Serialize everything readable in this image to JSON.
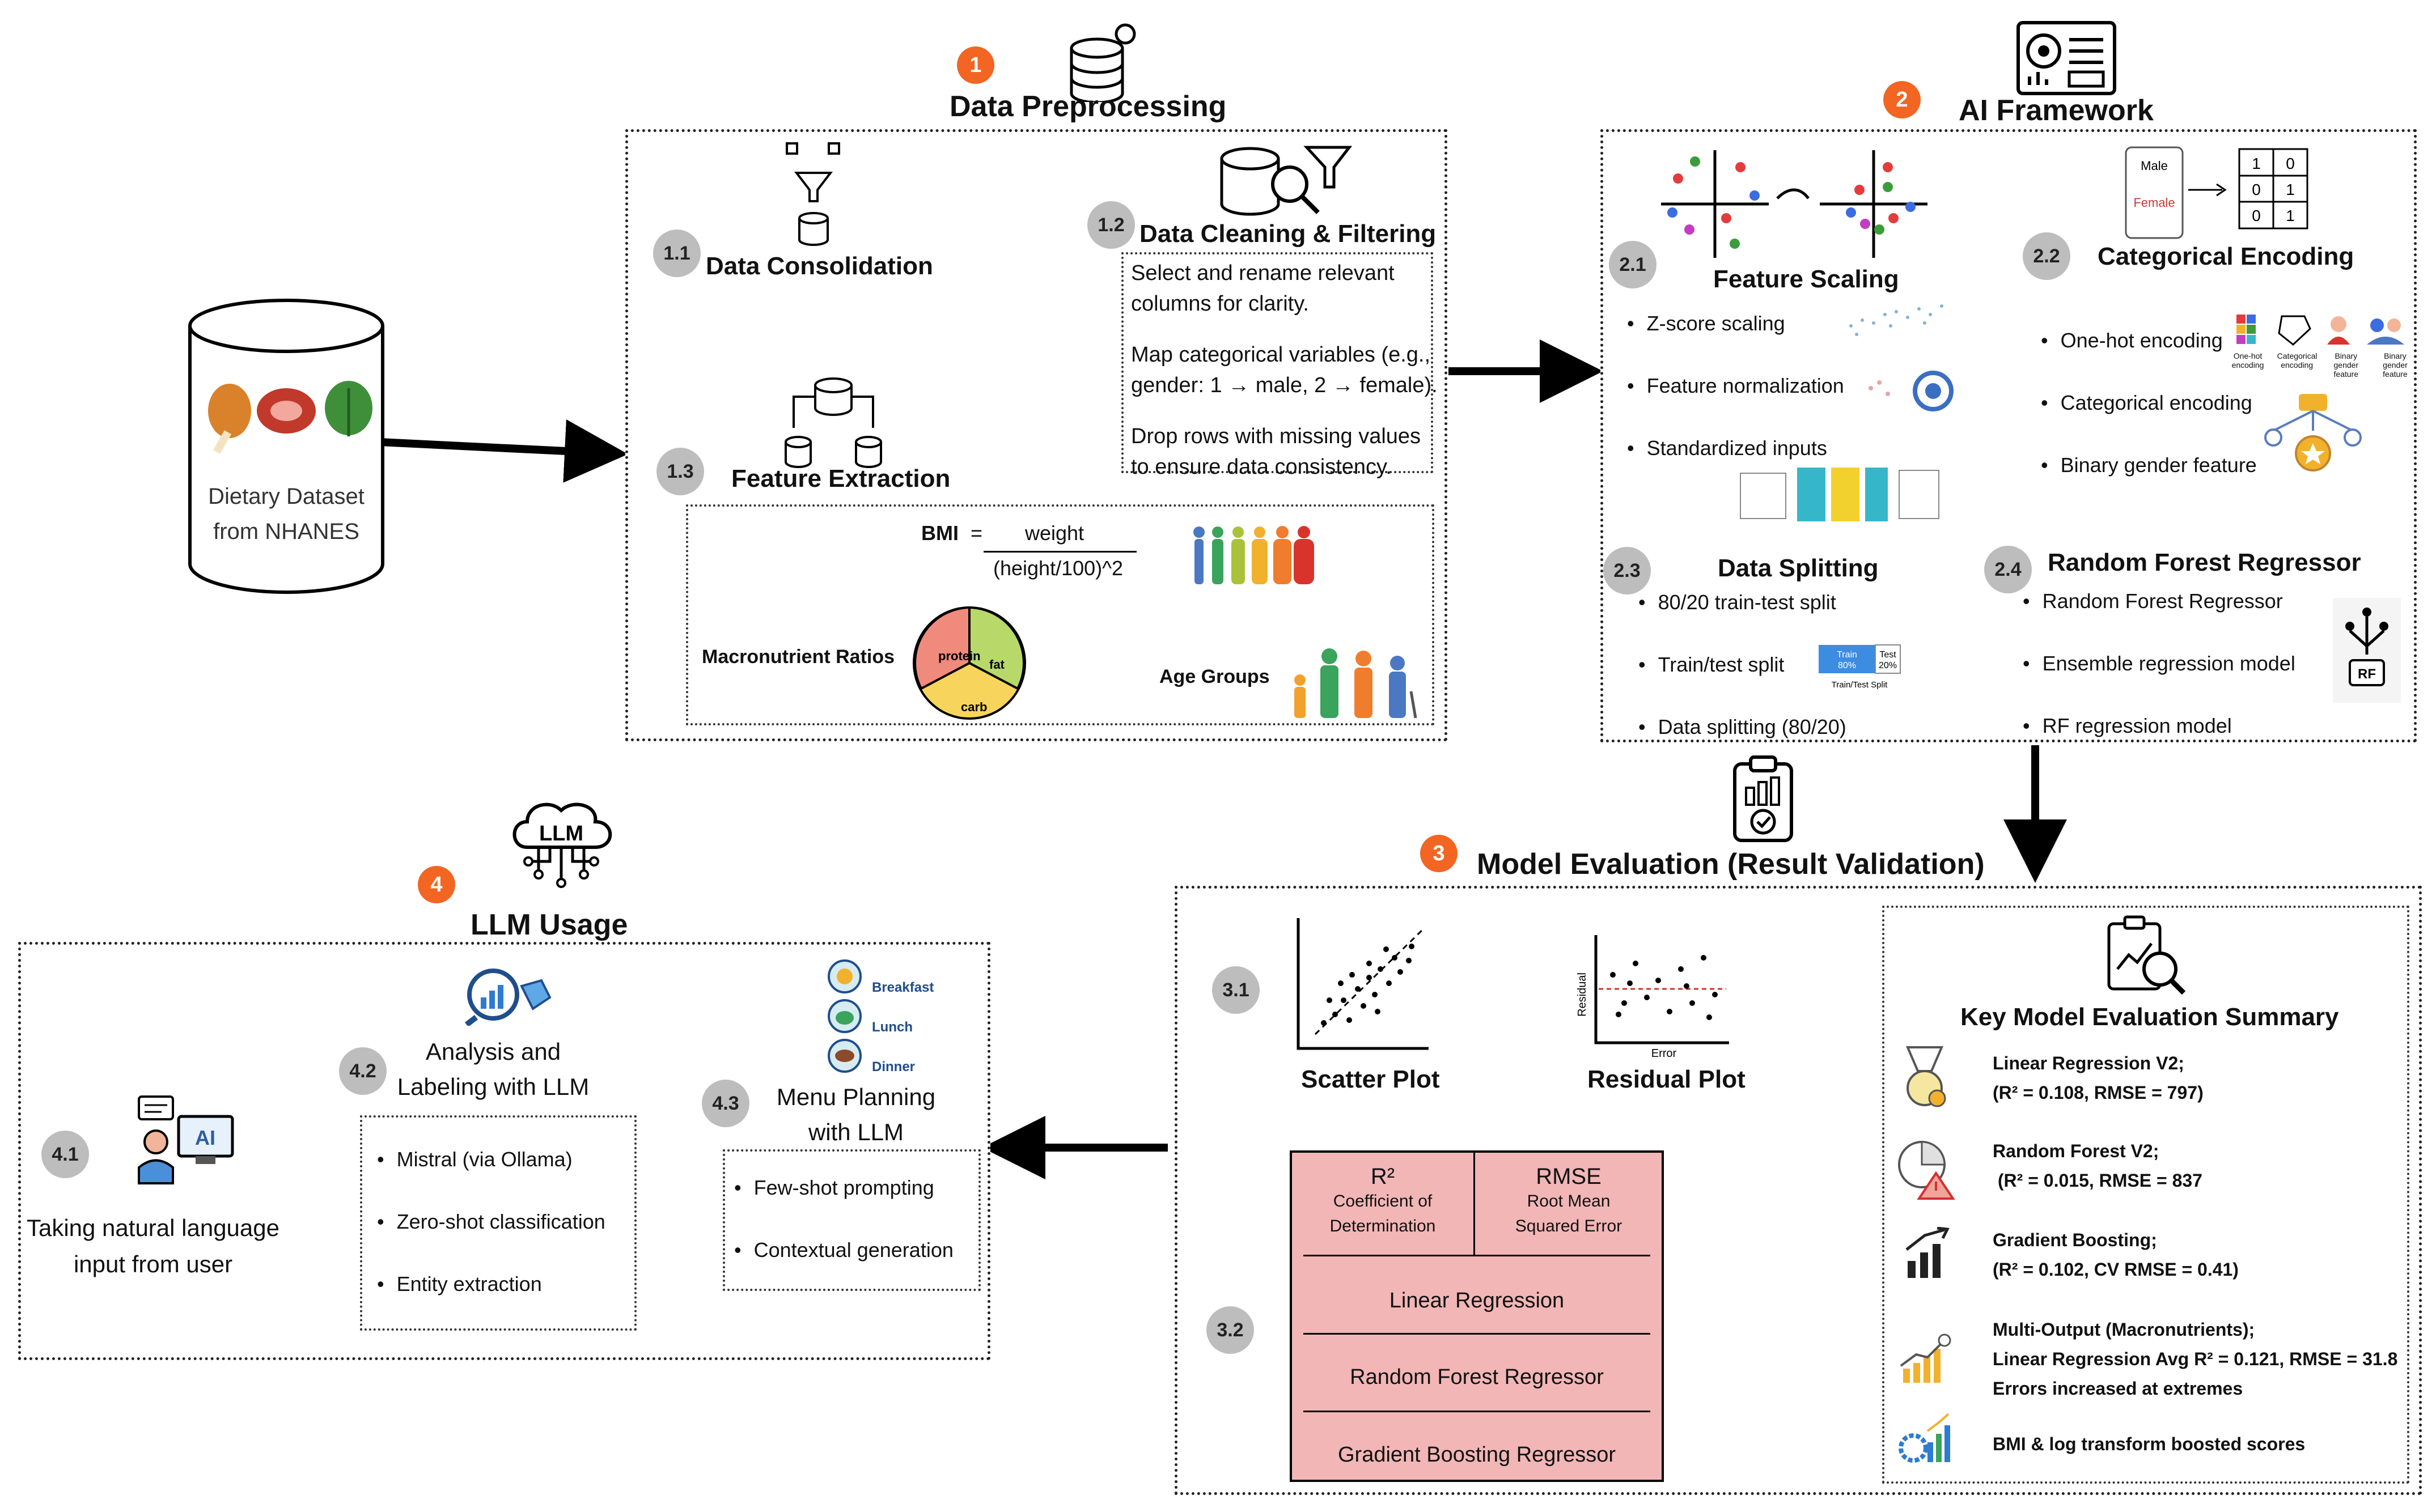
{
  "colors": {
    "accent_orange": "#f26522",
    "badge_gray": "#bdbdbd",
    "table_pink": "#f2b6b6"
  },
  "sections": {
    "s1": {
      "num": "1",
      "title": "Data Preprocessing"
    },
    "s2": {
      "num": "2",
      "title": "AI Framework"
    },
    "s3": {
      "num": "3",
      "title": "Model Evaluation (Result Validation)"
    },
    "s4": {
      "num": "4",
      "title": "LLM Usage"
    }
  },
  "dataset": {
    "line1": "Dietary Dataset",
    "line2": "from NHANES"
  },
  "preprocessing": {
    "b11": "1.1",
    "consolidation": "Data Consolidation",
    "b12": "1.2",
    "cleaning": "Data Cleaning & Filtering",
    "clean_text": [
      "Select and rename relevant",
      "columns for clarity.",
      "Map categorical variables (e.g.,",
      "gender: 1 → male, 2 → female).",
      "Drop rows with missing values",
      "to ensure data consistency."
    ],
    "b13": "1.3",
    "extraction": "Feature Extraction",
    "bmi_label": "BMI",
    "bmi_eq": "=",
    "bmi_num": "weight",
    "bmi_den": "(height/100)^2",
    "macro": "Macronutrient Ratios",
    "pie_protein": "protein",
    "pie_fat": "fat",
    "pie_carb": "carb",
    "age": "Age Groups"
  },
  "ai": {
    "b21": "2.1",
    "scaling": "Feature Scaling",
    "scaling_items": [
      "Z-score scaling",
      "Feature normalization",
      "Standardized inputs"
    ],
    "b22": "2.2",
    "encoding": "Categorical Encoding",
    "enc_male": "Male",
    "enc_female": "Female",
    "enc_matrix": [
      [
        "1",
        "0"
      ],
      [
        "0",
        "1"
      ],
      [
        "0",
        "1"
      ]
    ],
    "encoding_items": [
      "One-hot encoding",
      "Categorical encoding",
      "Binary gender feature"
    ],
    "enc_icons": [
      "One-hot encoding",
      "Categorical encoding",
      "Binary gender feature",
      "Binary gender feature"
    ],
    "b23": "2.3",
    "splitting": "Data Splitting",
    "split_items": [
      "80/20 train-test split",
      "Train/test split",
      "Data splitting (80/20)"
    ],
    "split_train": "Train",
    "split_train_pct": "80%",
    "split_test": "Test",
    "split_test_pct": "20%",
    "split_caption": "Train/Test Split",
    "b24": "2.4",
    "rf": "Random Forest Regressor",
    "rf_items": [
      "Random Forest Regressor",
      "Ensemble regression model",
      "RF regression model"
    ],
    "rf_icon_text": "RF"
  },
  "eval": {
    "b31": "3.1",
    "scatter": "Scatter Plot",
    "residual": "Residual Plot",
    "residual_ylabel": "Residual",
    "residual_xlabel": "Error",
    "b32": "3.2",
    "table_h1a": "R²",
    "table_h1b": "Coefficient of",
    "table_h1c": "Determination",
    "table_h2a": "RMSE",
    "table_h2b": "Root Mean",
    "table_h2c": "Squared Error",
    "table_rows": [
      "Linear Regression",
      "Random Forest Regressor",
      "Gradient Boosting Regressor"
    ],
    "summary_title": "Key Model Evaluation Summary",
    "summary": [
      {
        "l1": "Linear Regression V2;",
        "l2": "(R² = 0.108, RMSE = 797)"
      },
      {
        "l1": "Random Forest V2;",
        "l2": " (R² = 0.015, RMSE = 837"
      },
      {
        "l1": "Gradient Boosting;",
        "l2": "(R² = 0.102, CV RMSE = 0.41)"
      },
      {
        "l1": "Multi-Output (Macronutrients);",
        "l2": "Linear Regression Avg R² = 0.121, RMSE = 31.8",
        "l3": "Errors increased at extremes"
      },
      {
        "l1": "BMI & log transform boosted scores"
      }
    ]
  },
  "llm": {
    "icon_text": "LLM",
    "b41": "4.1",
    "input": [
      "Taking natural language",
      "input from user"
    ],
    "ai_icon": "AI",
    "b42": "4.2",
    "analysis": [
      "Analysis and",
      "Labeling with LLM"
    ],
    "analysis_items": [
      "Mistral (via Ollama)",
      "Zero-shot classification",
      "Entity extraction"
    ],
    "b43": "4.3",
    "menu": [
      "Menu Planning",
      "with LLM"
    ],
    "menu_items": [
      "Few-shot prompting",
      "Contextual generation"
    ],
    "meals": [
      "Breakfast",
      "Lunch",
      "Dinner"
    ]
  }
}
